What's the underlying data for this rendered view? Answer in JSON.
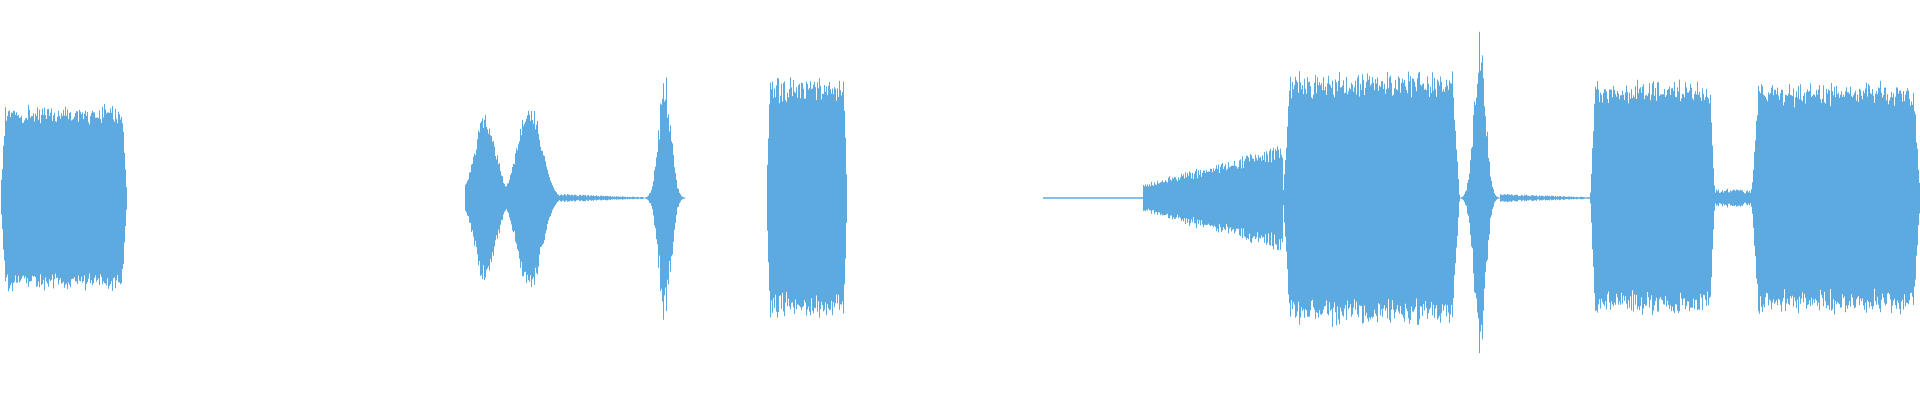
{
  "waveform": {
    "color": "#5DAAE0",
    "background": "#ffffff",
    "segments": [
      {
        "start": 0.0,
        "end": 0.066,
        "amp": 0.5,
        "shape": "plateau"
      },
      {
        "start": 0.242,
        "end": 0.29,
        "amp": 0.52,
        "shape": "twin-burst"
      },
      {
        "start": 0.29,
        "end": 0.335,
        "amp": 0.02,
        "shape": "tail"
      },
      {
        "start": 0.335,
        "end": 0.357,
        "amp": 0.7,
        "shape": "spike"
      },
      {
        "start": 0.399,
        "end": 0.441,
        "amp": 0.64,
        "shape": "plateau"
      },
      {
        "start": 0.543,
        "end": 0.595,
        "amp": 0.02,
        "shape": "flat-line"
      },
      {
        "start": 0.595,
        "end": 0.668,
        "amp": 0.3,
        "shape": "ramp-up"
      },
      {
        "start": 0.668,
        "end": 0.76,
        "amp": 0.68,
        "shape": "plateau"
      },
      {
        "start": 0.76,
        "end": 0.781,
        "amp": 0.9,
        "shape": "spike"
      },
      {
        "start": 0.781,
        "end": 0.828,
        "amp": 0.02,
        "shape": "tail"
      },
      {
        "start": 0.828,
        "end": 0.893,
        "amp": 0.63,
        "shape": "plateau"
      },
      {
        "start": 0.893,
        "end": 0.912,
        "amp": 0.05,
        "shape": "dip"
      },
      {
        "start": 0.912,
        "end": 1.0,
        "amp": 0.62,
        "shape": "plateau"
      }
    ]
  }
}
